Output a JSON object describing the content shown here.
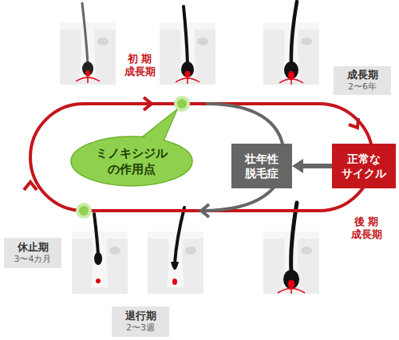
{
  "diagram": {
    "nodes": [
      {
        "text": [
          "成長期",
          "2〜6年"
        ]
      },
      {
        "text": [
          "ミノキシジル の作用点"
        ]
      },
      {
        "text": [
          "壮年性 脱毛症"
        ]
      },
      {
        "text": [
          "正常な サイクル"
        ]
      },
      {
        "text": [
          "休止期",
          "3〜4カ月"
        ]
      },
      {
        "text": [
          "退行期",
          "2〜3週"
        ]
      }
    ],
    "edges": [
      {
        "from": 3,
        "to": 2,
        "arrow": "to"
      }
    ],
    "labels": [
      "初 期 成長期",
      "後 期 成長期"
    ]
  }
}
